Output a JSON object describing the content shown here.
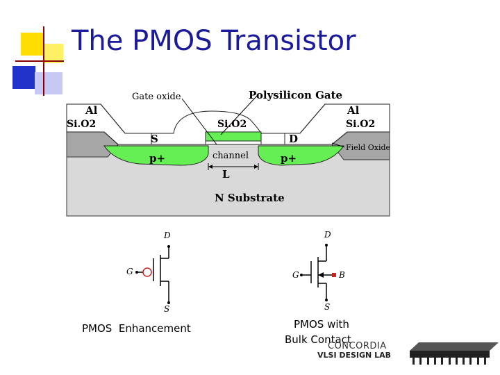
{
  "slide": {
    "title": "The PMOS Transistor"
  },
  "cross_section": {
    "gate_oxide_label": "Gate oxide",
    "poly_gate_label": "Polysilicon Gate",
    "al_left": "Al",
    "sio2_left": "Si.O2",
    "al_right": "Al",
    "sio2_right": "Si.O2",
    "sio2_center": "Si.O2",
    "source_label": "S",
    "drain_label": "D",
    "pplus_left": "p+",
    "pplus_right": "p+",
    "channel_label": "channel",
    "length_label": "L",
    "field_oxide_label": "Field Oxide",
    "substrate_label": "N Substrate"
  },
  "symbols": {
    "left": {
      "drain": "D",
      "gate": "G",
      "source": "S",
      "caption": "PMOS  Enhancement"
    },
    "right": {
      "drain": "D",
      "gate": "G",
      "bulk": "B",
      "source": "S",
      "caption_line1": "PMOS with",
      "caption_line2": "Bulk Contact"
    }
  },
  "logo": {
    "line1": "CONCORDIA",
    "line2": "VLSI DESIGN LAB"
  },
  "colors": {
    "title": "#1a1a9a",
    "substrate": "#d9d9d9",
    "diffusion": "#66ee55",
    "field_oxide": "#a6a6a6",
    "poly": "#66ee55",
    "deco_yellow": "#ffdd00",
    "deco_blue": "#2233cc"
  }
}
